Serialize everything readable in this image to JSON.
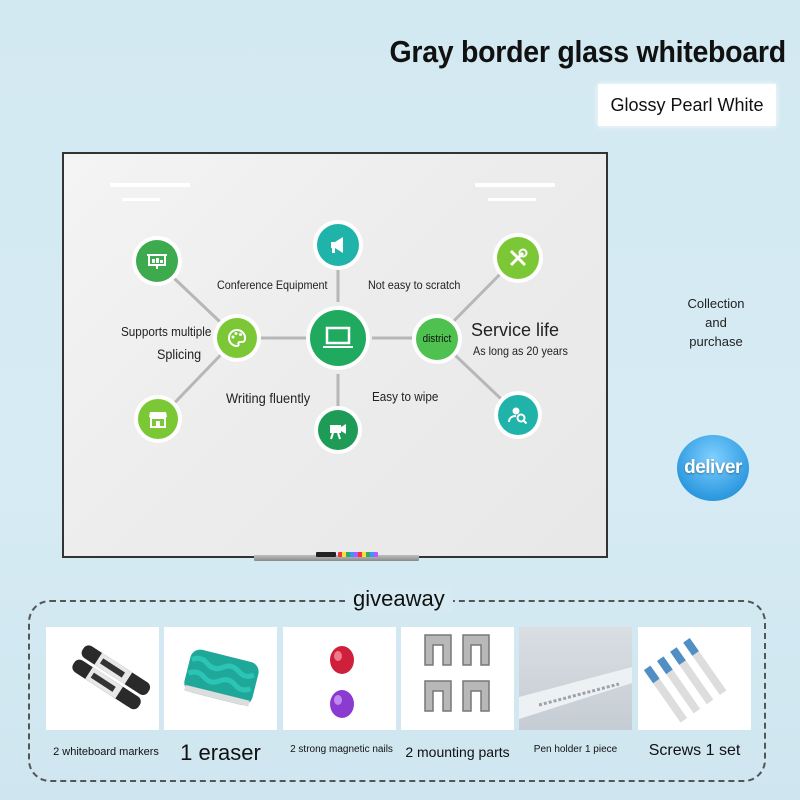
{
  "header": {
    "title": "Gray border glass whiteboard",
    "subtitle": "Glossy Pearl White"
  },
  "diagram": {
    "center_icon": "laptop-icon",
    "labels": {
      "conference": "Conference Equipment",
      "scratch": "Not easy to scratch",
      "splicing_1": "Supports multiple",
      "splicing_2": "Splicing",
      "district": "district",
      "service_life": "Service life",
      "service_years": "As long as 20 years",
      "writing": "Writing fluently",
      "wipe": "Easy to wipe"
    },
    "nodes": [
      {
        "name": "slideshow-icon",
        "color": "#3daa4e"
      },
      {
        "name": "megaphone-icon",
        "color": "#1fb3a9"
      },
      {
        "name": "tools-icon",
        "color": "#7cc735"
      },
      {
        "name": "palette-icon",
        "color": "#7cc735"
      },
      {
        "name": "laptop-icon",
        "color": "#1faa60"
      },
      {
        "name": "shop-icon",
        "color": "#7cc735"
      },
      {
        "name": "projector-icon",
        "color": "#1e9b57"
      },
      {
        "name": "search-user-icon",
        "color": "#1fb3a9"
      }
    ]
  },
  "side": {
    "line1": "Collection",
    "line2": "and",
    "line3": "purchase",
    "badge": "deliver"
  },
  "giveaway": {
    "title": "giveaway",
    "items": [
      {
        "caption": "2 whiteboard markers"
      },
      {
        "caption": "1 eraser"
      },
      {
        "caption": "2 strong magnetic nails"
      },
      {
        "caption": "2 mounting parts"
      },
      {
        "caption": "Pen holder 1 piece"
      },
      {
        "caption": "Screws 1 set"
      }
    ]
  }
}
